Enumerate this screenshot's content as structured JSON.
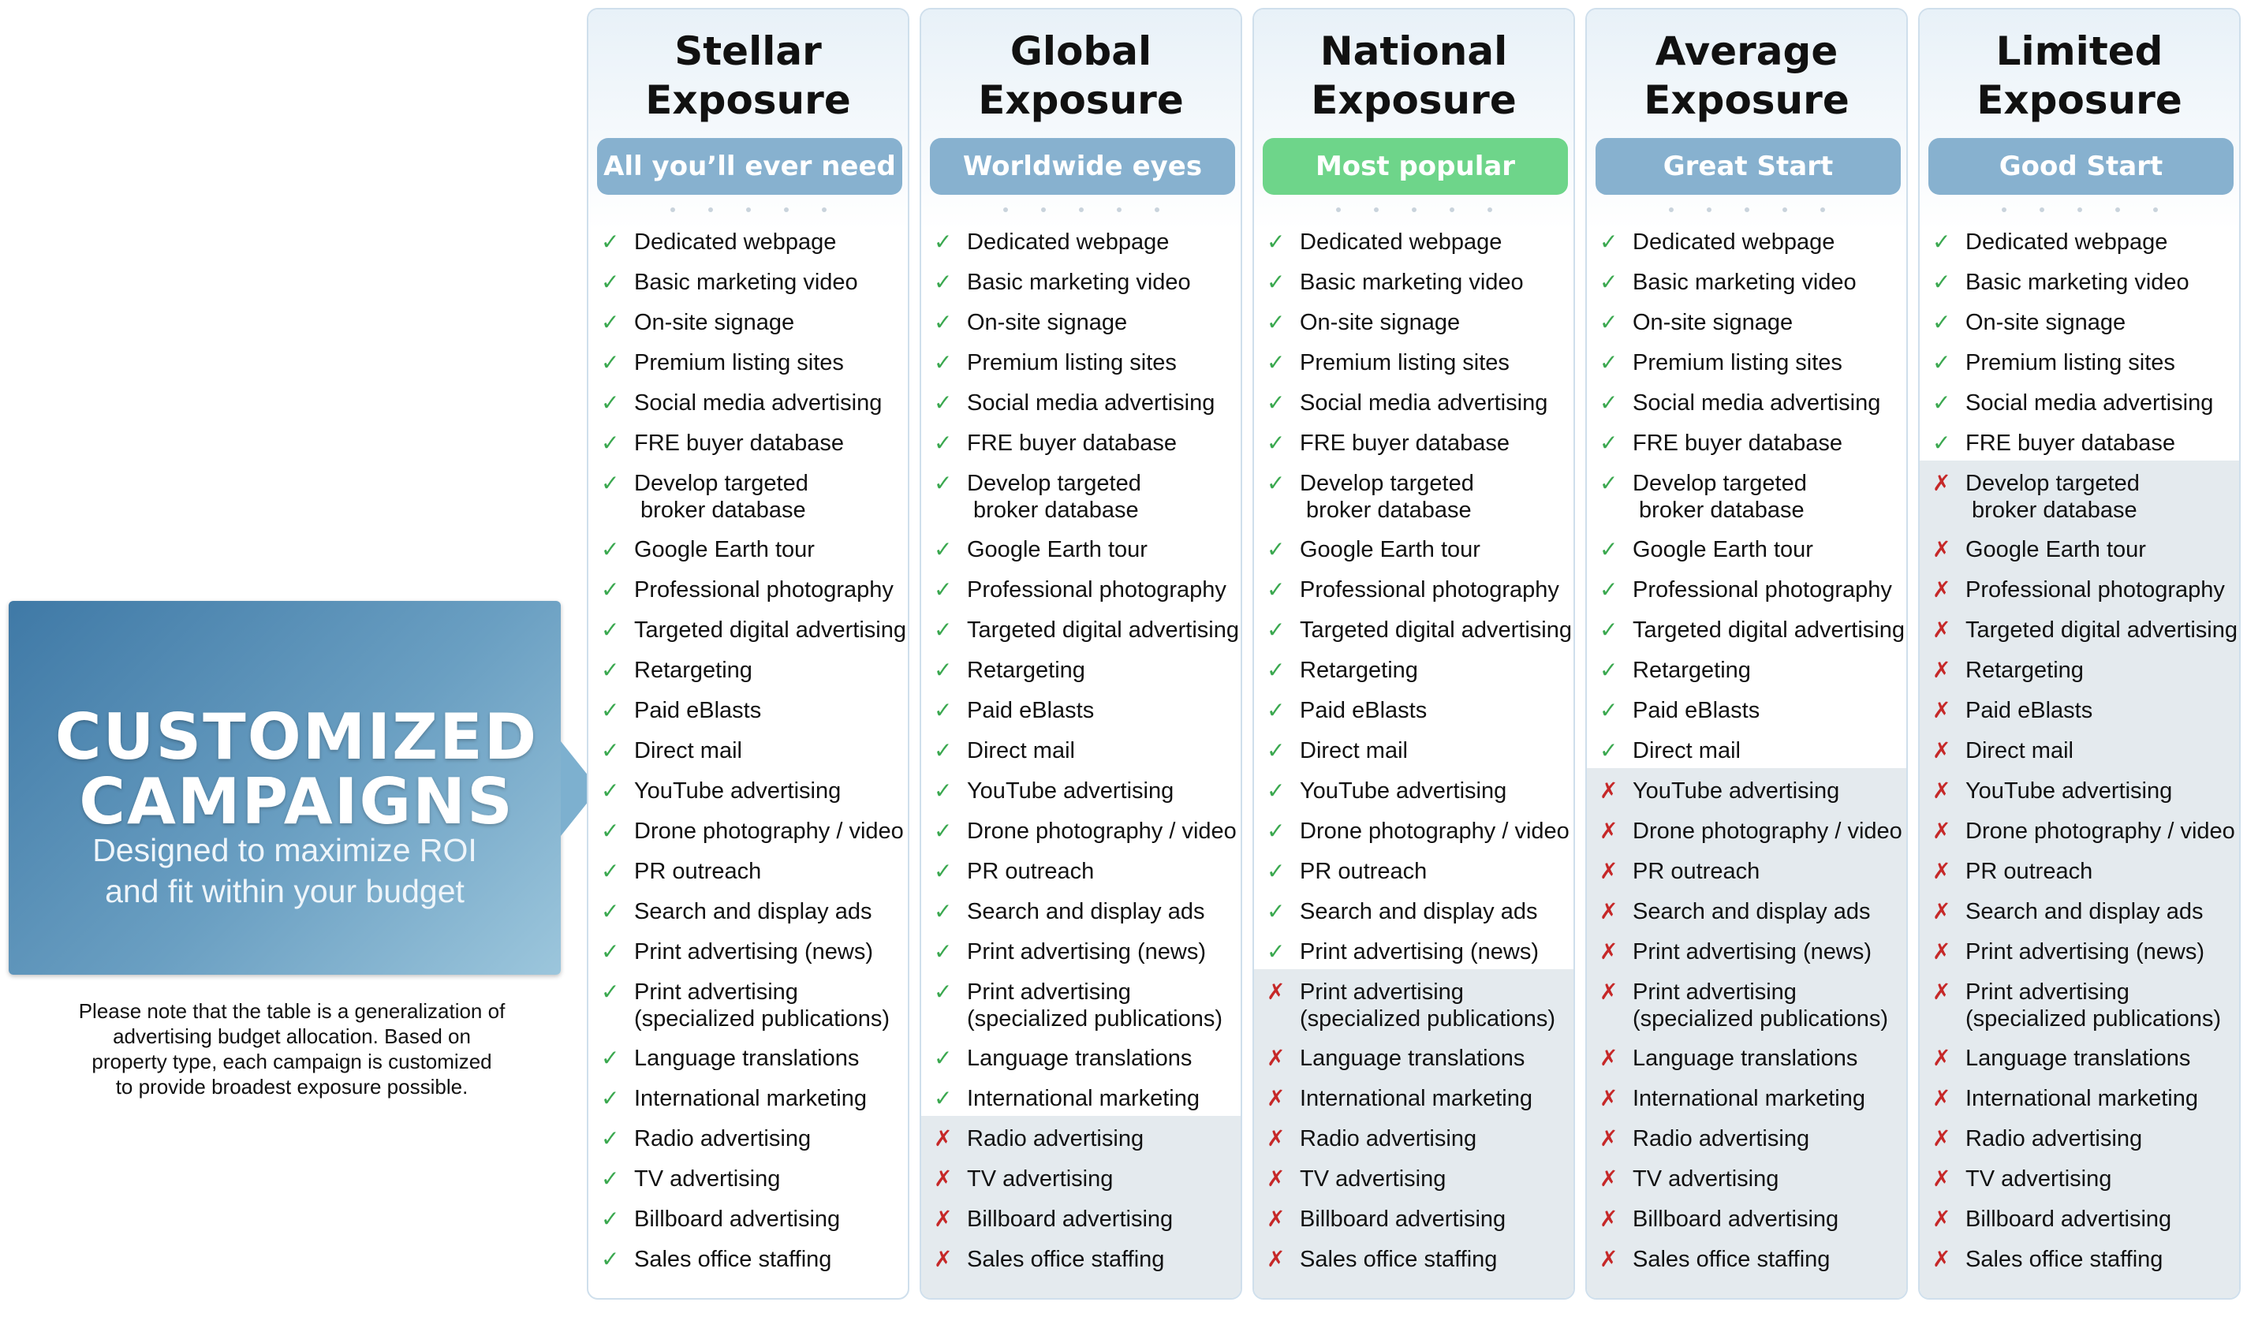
{
  "promo": {
    "title_line1": "CUSTOMIZED",
    "title_line2": "CAMPAIGNS",
    "subtitle_line1": "Designed to maximize ROI",
    "subtitle_line2": "and fit within your budget"
  },
  "note": {
    "line1": "Please note that the table is a generalization of",
    "line2": "advertising budget allocation. Based on",
    "line3": "property type, each campaign is customized",
    "line4": "to provide broadest exposure possible."
  },
  "features": [
    "Dedicated webpage",
    "Basic marketing video",
    "On-site signage",
    "Premium listing sites",
    "Social media advertising",
    "FRE buyer database",
    "Develop targeted\n broker database",
    "Google Earth tour",
    "Professional photography",
    "Targeted digital advertising",
    "Retargeting",
    "Paid eBlasts",
    "Direct mail",
    "YouTube advertising",
    "Drone photography / video",
    "PR outreach",
    "Search and display ads",
    "Print advertising (news)",
    "Print advertising\n(specialized publications)",
    "Language translations",
    "International marketing",
    "Radio advertising",
    "TV advertising",
    "Billboard advertising",
    "Sales office staffing"
  ],
  "tiers": [
    {
      "title": "Stellar\nExposure",
      "badge": "All you’ll ever need",
      "popular": false,
      "included": 25
    },
    {
      "title": "Global\nExposure",
      "badge": "Worldwide eyes",
      "popular": false,
      "included": 21
    },
    {
      "title": "National\nExposure",
      "badge": "Most popular",
      "popular": true,
      "included": 18
    },
    {
      "title": "Average\nExposure",
      "badge": "Great Start",
      "popular": false,
      "included": 13
    },
    {
      "title": "Limited\nExposure",
      "badge": "Good Start",
      "popular": false,
      "included": 6
    }
  ],
  "marks": {
    "yes": "✓",
    "no": "✗"
  },
  "colors": {
    "badge": "#87b1cf",
    "popular_badge": "#6ed58a",
    "check": "#3aa84f",
    "cross": "#c62828"
  }
}
